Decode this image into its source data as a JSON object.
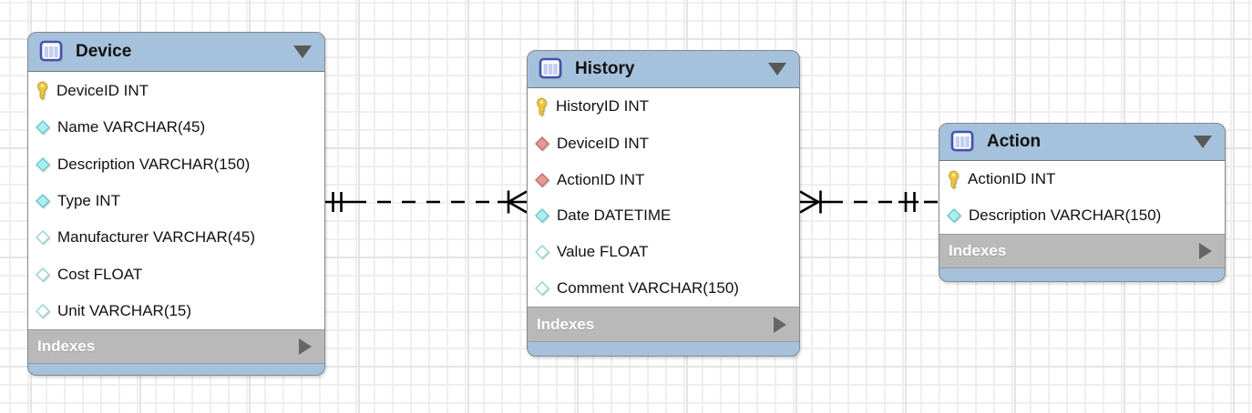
{
  "tables": [
    {
      "title": "Device",
      "footer_label": "Indexes",
      "columns": [
        {
          "label": "DeviceID INT",
          "icon": "primary-key-icon"
        },
        {
          "label": "Name VARCHAR(45)",
          "icon": "column-notnull-icon"
        },
        {
          "label": "Description VARCHAR(150)",
          "icon": "column-notnull-icon"
        },
        {
          "label": "Type INT",
          "icon": "column-notnull-icon"
        },
        {
          "label": "Manufacturer VARCHAR(45)",
          "icon": "column-nullable-icon"
        },
        {
          "label": "Cost FLOAT",
          "icon": "column-nullable-icon"
        },
        {
          "label": "Unit VARCHAR(15)",
          "icon": "column-nullable-icon"
        }
      ]
    },
    {
      "title": "History",
      "footer_label": "Indexes",
      "columns": [
        {
          "label": "HistoryID INT",
          "icon": "primary-key-icon"
        },
        {
          "label": "DeviceID INT",
          "icon": "foreign-key-icon"
        },
        {
          "label": "ActionID INT",
          "icon": "foreign-key-icon"
        },
        {
          "label": "Date DATETIME",
          "icon": "column-notnull-icon"
        },
        {
          "label": "Value FLOAT",
          "icon": "column-nullable-icon"
        },
        {
          "label": "Comment VARCHAR(150)",
          "icon": "column-nullable-icon"
        }
      ]
    },
    {
      "title": "Action",
      "footer_label": "Indexes",
      "columns": [
        {
          "label": "ActionID INT",
          "icon": "primary-key-icon"
        },
        {
          "label": "Description VARCHAR(150)",
          "icon": "column-notnull-icon"
        }
      ]
    }
  ],
  "relationships": [
    {
      "from": "Device",
      "to": "History",
      "cardinality": "one-to-many",
      "line_style": "dashed",
      "many_end": "History",
      "one_end": "Device"
    },
    {
      "from": "Action",
      "to": "History",
      "cardinality": "one-to-many",
      "line_style": "dashed",
      "many_end": "History",
      "one_end": "Action"
    }
  ],
  "icons": {
    "table-icon": "mini table grid",
    "collapse-arrow-icon": "▼",
    "expand-arrow-icon": "▶",
    "primary-key-icon": "yellow key",
    "foreign-key-icon": "red filled diamond",
    "column-notnull-icon": "cyan filled diamond",
    "column-nullable-icon": "hollow cyan diamond"
  },
  "colors": {
    "table_header_bg": "#a5c1db",
    "table_body_bg": "#ffffff",
    "indexes_bar_bg": "#b9b9b9",
    "card_border": "#85898d",
    "primary_key": "#eec83d",
    "foreign_key_diamond": "#e79a92",
    "notnull_diamond": "#aaf0f0",
    "relationship_line": "#000000",
    "grid_minor": "#efefef",
    "grid_major": "#e4e4e4"
  }
}
